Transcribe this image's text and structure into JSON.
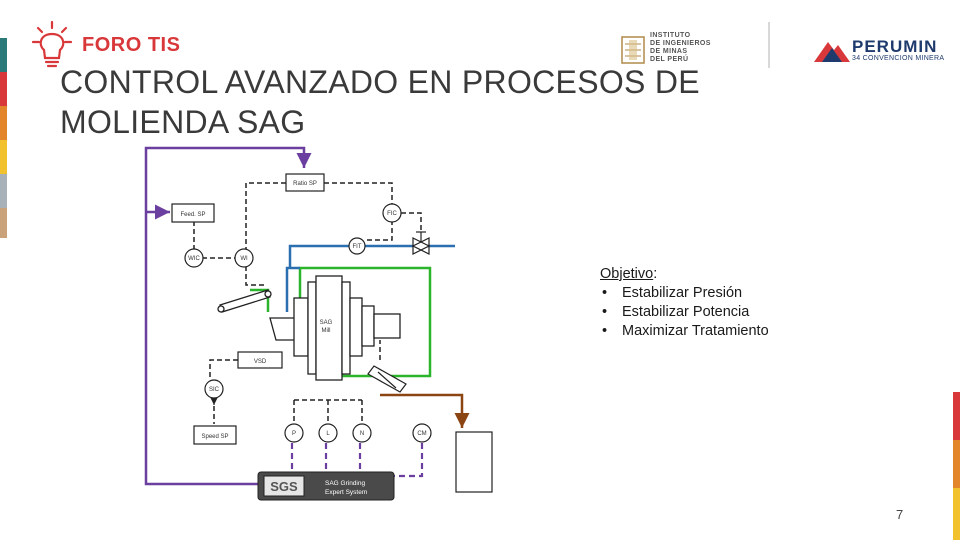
{
  "header": {
    "foro_label": "FORO TIS",
    "iim_lines": [
      "INSTITUTO",
      "DE INGENIEROS",
      "DE MINAS",
      "DEL PERÚ"
    ],
    "perumin_name": "PERUMIN",
    "perumin_sub": "34 CONVENCION MINERA"
  },
  "slide": {
    "title_line1": "CONTROL AVANZADO EN PROCESOS DE",
    "title_line2": "MOLIENDA SAG",
    "page_number": "7"
  },
  "objectives": {
    "heading": "Objetivo",
    "items": [
      "Estabilizar Presión",
      "Estabilizar Potencia",
      "Maximizar Tratamiento"
    ]
  },
  "diagram": {
    "ratio_sp": "Ratio SP",
    "feed_sp": "Feed. SP",
    "fic": "FIC",
    "wic": "WIC",
    "wi": "WI",
    "fit": "FIT",
    "sag_mill_line1": "SAG",
    "sag_mill_line2": "Mill",
    "vsd": "VSD",
    "sic": "SIC",
    "speed_sp": "Speed SP",
    "p": "P",
    "l": "L",
    "n": "N",
    "cm": "CM",
    "sgs": "SGS",
    "expert_line1": "SAG Grinding",
    "expert_line2": "Expert System"
  },
  "colors": {
    "accent_red": "#d9383a",
    "purple": "#6b3fa0",
    "green": "#2bb52b",
    "blue": "#2a6fb0",
    "brown": "#8b4513"
  }
}
